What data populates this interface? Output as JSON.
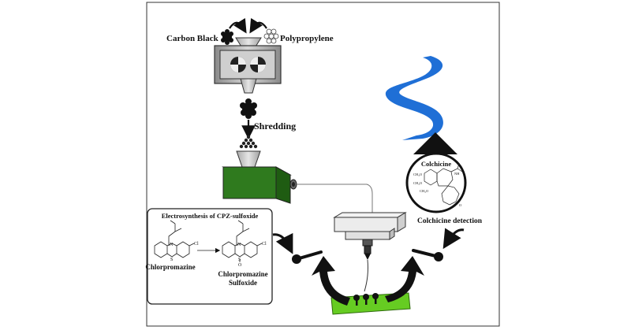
{
  "labels": {
    "carbon_black": "Carbon Black",
    "polypropylene": "Polypropylene",
    "shredding": "Shredding",
    "electrosynthesis_title": "Electrosynthesis of CPZ-sulfoxide",
    "chlorpromazine": "Chlorpromazine",
    "cpz_sulfoxide_line1": "Chlorpromazine",
    "cpz_sulfoxide_line2": "Sulfoxide",
    "colchicine": "Colchicine",
    "colchicine_detection": "Colchicine detection"
  },
  "structure_atoms": {
    "cl": "Cl",
    "n": "N",
    "s": "S",
    "o": "O",
    "ch3o": "CH₃O",
    "nh": "NH"
  },
  "colors": {
    "extruder_green": "#2f7a1e",
    "electrode_green": "#66cc22",
    "river_blue": "#1f6fd6",
    "frame": "#333333",
    "arrow": "#111111"
  }
}
